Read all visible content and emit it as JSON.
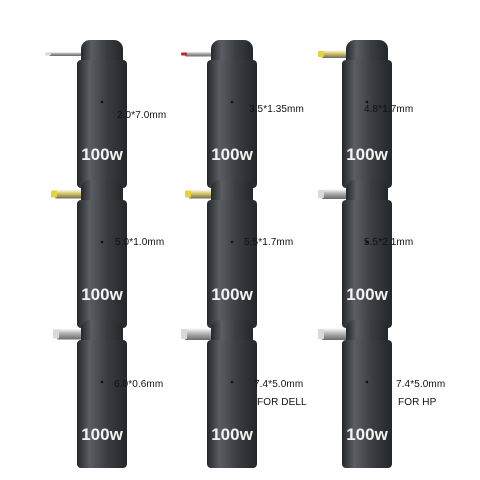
{
  "products": [
    {
      "size": "2.0*7.0mm",
      "badge": "100w",
      "tip_color": "#d9d9d9",
      "barrel_color": "#9a9a9a"
    },
    {
      "size": "3.5*1.35mm",
      "badge": "100w",
      "tip_color": "#c0282d",
      "barrel_color": "#a0a0a0"
    },
    {
      "size": "4.8*1.7mm",
      "badge": "100w",
      "tip_color": "#e8d23a",
      "barrel_color": "#cfc055"
    },
    {
      "size": "5.0*1.0mm",
      "badge": "100w",
      "tip_color": "#e8d23a",
      "barrel_color": "#cfc055"
    },
    {
      "size": "5.5*1.7mm",
      "badge": "100w",
      "tip_color": "#e8d23a",
      "barrel_color": "#cfc055"
    },
    {
      "size": "5.5*2.1mm",
      "badge": "100w",
      "tip_color": "#d9d9d9",
      "barrel_color": "#a8a8a8"
    },
    {
      "size": "6.0*0.6mm",
      "badge": "100w",
      "tip_color": "#d9d9d9",
      "barrel_color": "#a8a8a8"
    },
    {
      "size": "7.4*5.0mm",
      "extra": "FOR DELL",
      "badge": "100w",
      "tip_color": "#d9d9d9",
      "barrel_color": "#b0b0b0"
    },
    {
      "size": "7.4*5.0mm",
      "extra": "FOR HP",
      "badge": "100w",
      "tip_color": "#d9d9d9",
      "barrel_color": "#b0b0b0"
    }
  ],
  "colors": {
    "body": "#3a3d41",
    "body_dark": "#24272a",
    "body_light": "#5a5e63",
    "badge_text": "#f2f2f2"
  }
}
